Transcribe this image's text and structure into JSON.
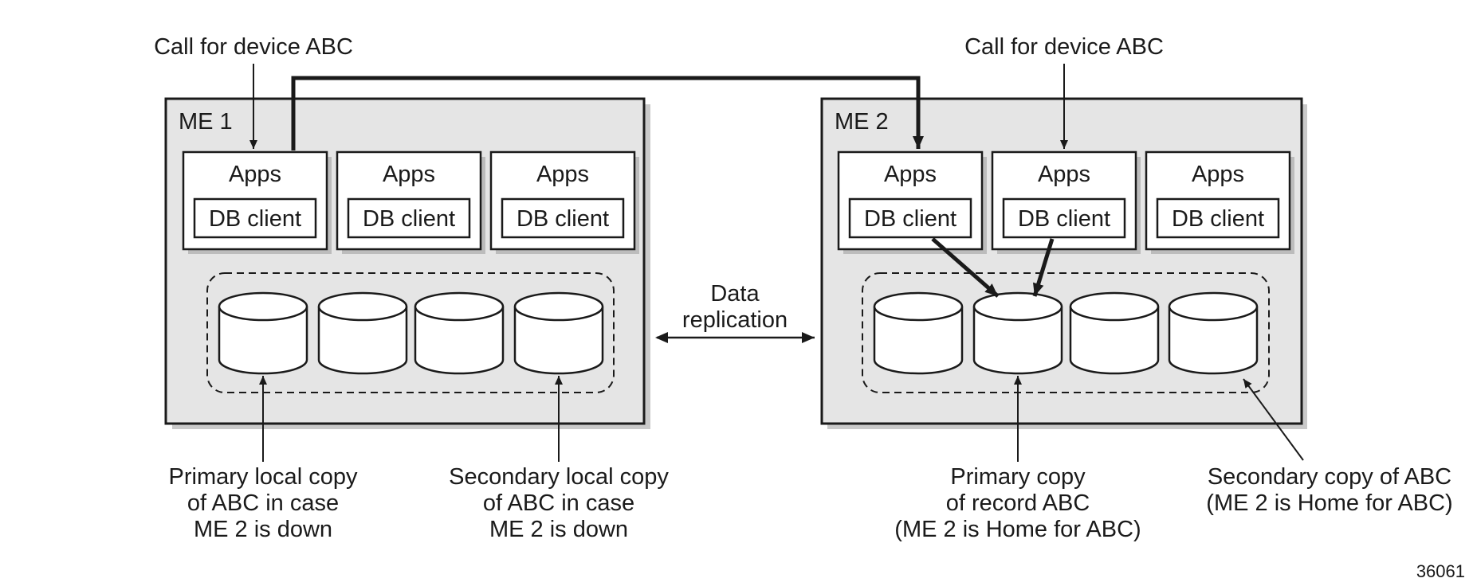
{
  "me1": {
    "title": "ME 1",
    "call_label": "Call for device ABC",
    "apps": [
      {
        "apps_label": "Apps",
        "client_label": "DB client"
      },
      {
        "apps_label": "Apps",
        "client_label": "DB client"
      },
      {
        "apps_label": "Apps",
        "client_label": "DB client"
      }
    ],
    "annotations": {
      "primary_local": [
        "Primary local copy",
        "of ABC in case",
        "ME 2 is down"
      ],
      "secondary_local": [
        "Secondary local copy",
        "of ABC in case",
        "ME 2 is down"
      ]
    }
  },
  "me2": {
    "title": "ME 2",
    "call_label": "Call for device ABC",
    "apps": [
      {
        "apps_label": "Apps",
        "client_label": "DB client"
      },
      {
        "apps_label": "Apps",
        "client_label": "DB client"
      },
      {
        "apps_label": "Apps",
        "client_label": "DB client"
      }
    ],
    "annotations": {
      "primary": [
        "Primary copy",
        "of record ABC",
        "(ME 2 is Home for ABC)"
      ],
      "secondary": [
        "Secondary copy of ABC",
        "(ME 2 is Home for ABC)"
      ]
    }
  },
  "replication": {
    "line1": "Data",
    "line2": "replication"
  },
  "figure_id": "36061"
}
